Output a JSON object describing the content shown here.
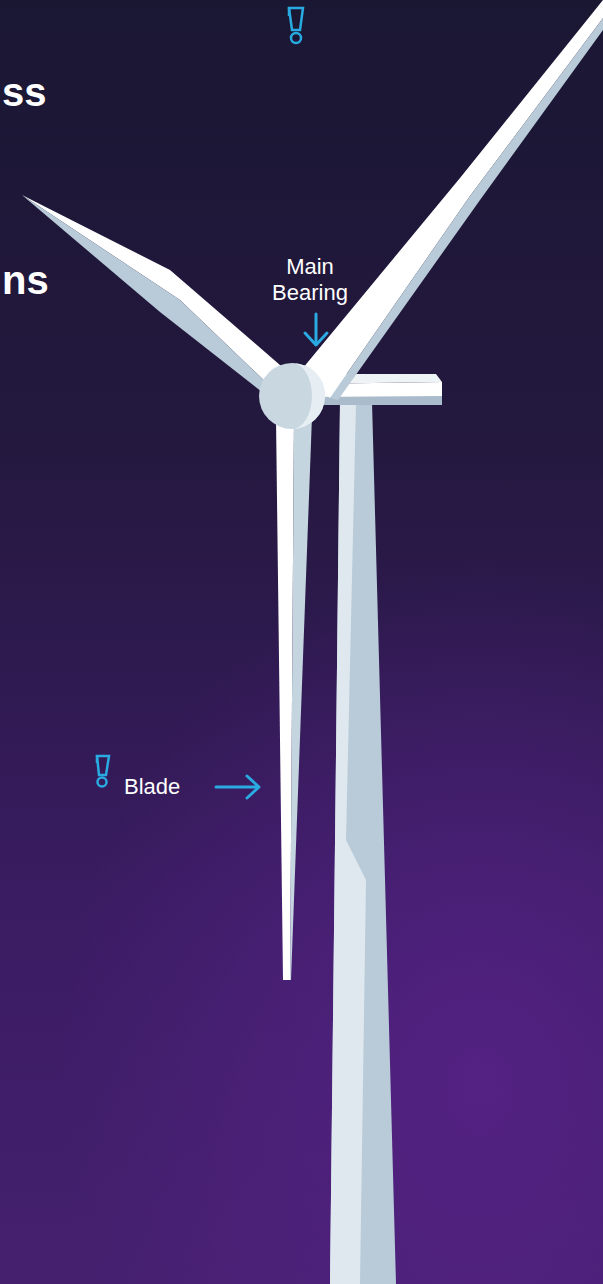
{
  "diagram": {
    "labels": [
      "ss",
      "ns",
      "Main Bearing",
      "Blade"
    ]
  }
}
